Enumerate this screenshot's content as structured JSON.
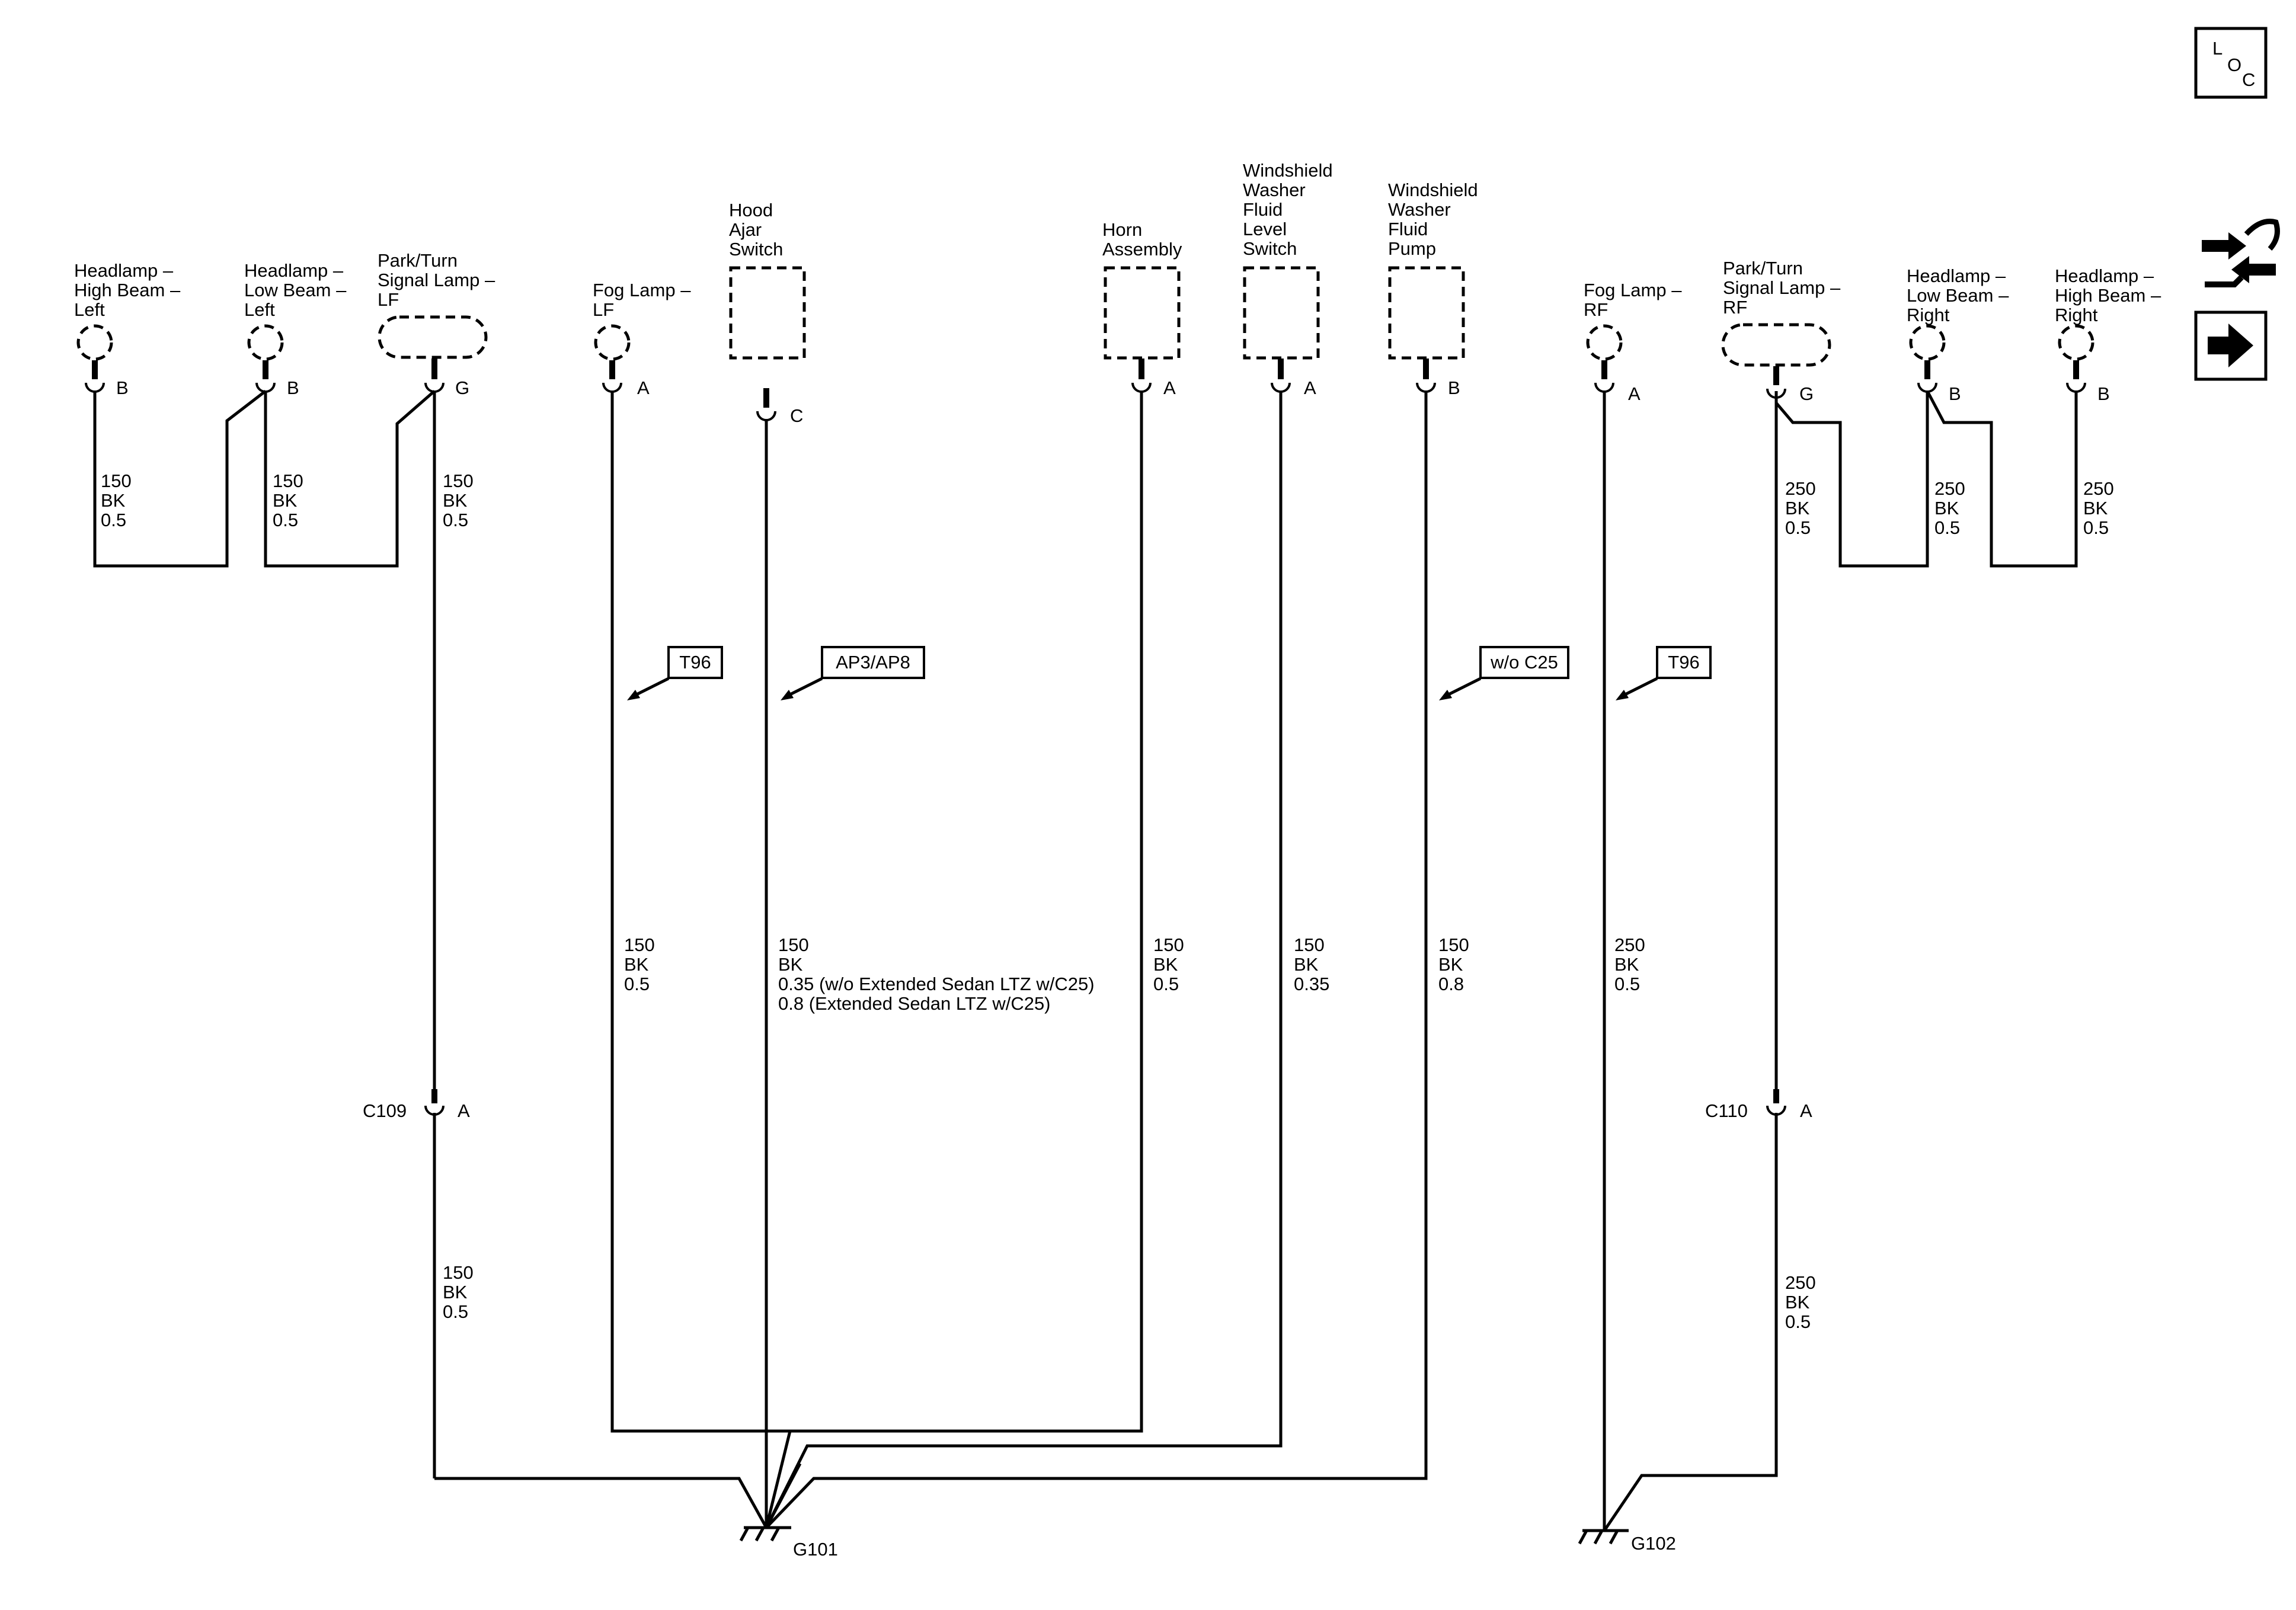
{
  "components": {
    "headlamp_hb_lf": [
      "Headlamp –",
      "High Beam –",
      "Left"
    ],
    "headlamp_lb_lf": [
      "Headlamp –",
      "Low Beam –",
      "Left"
    ],
    "park_turn_lf": [
      "Park/Turn",
      "Signal Lamp –",
      "LF"
    ],
    "fog_lamp_lf": [
      "Fog Lamp –",
      "LF"
    ],
    "hood_ajar": [
      "Hood",
      "Ajar",
      "Switch"
    ],
    "horn": [
      "Horn",
      "Assembly"
    ],
    "ws_level": [
      "Windshield",
      "Washer",
      "Fluid",
      "Level",
      "Switch"
    ],
    "ws_pump": [
      "Windshield",
      "Washer",
      "Fluid",
      "Pump"
    ],
    "fog_lamp_rf": [
      "Fog Lamp –",
      "RF"
    ],
    "park_turn_rf": [
      "Park/Turn",
      "Signal Lamp –",
      "RF"
    ],
    "headlamp_lb_rt": [
      "Headlamp –",
      "Low Beam –",
      "Right"
    ],
    "headlamp_hb_rt": [
      "Headlamp –",
      "High Beam –",
      "Right"
    ]
  },
  "pins": {
    "hb_lf": "B",
    "lb_lf": "B",
    "pt_lf": "G",
    "fog_lf": "A",
    "hood": "C",
    "horn": "A",
    "ws_level": "A",
    "ws_pump": "B",
    "fog_rf": "A",
    "pt_rf": "G",
    "lb_rt": "B",
    "hb_rt": "B"
  },
  "wires": {
    "hb_lf": [
      "150",
      "BK",
      "0.5"
    ],
    "lb_lf": [
      "150",
      "BK",
      "0.5"
    ],
    "pt_lf_upper": [
      "150",
      "BK",
      "0.5"
    ],
    "pt_lf_lower": [
      "150",
      "BK",
      "0.5"
    ],
    "fog_lf": [
      "150",
      "BK",
      "0.5"
    ],
    "hood": [
      "150",
      "BK",
      "0.35 (w/o Extended Sedan LTZ w/C25)",
      "0.8 (Extended Sedan LTZ w/C25)"
    ],
    "horn": [
      "150",
      "BK",
      "0.5"
    ],
    "ws_level": [
      "150",
      "BK",
      "0.35"
    ],
    "ws_pump": [
      "150",
      "BK",
      "0.8"
    ],
    "fog_rf": [
      "250",
      "BK",
      "0.5"
    ],
    "pt_rf_upper": [
      "250",
      "BK",
      "0.5"
    ],
    "pt_rf_lower": [
      "250",
      "BK",
      "0.5"
    ],
    "lb_rt": [
      "250",
      "BK",
      "0.5"
    ],
    "hb_rt": [
      "250",
      "BK",
      "0.5"
    ]
  },
  "options": {
    "fog_lf": "T96",
    "hood": "AP3/AP8",
    "ws_pump": "w/o C25",
    "fog_rf": "T96"
  },
  "connectors": {
    "c109": {
      "name": "C109",
      "pin": "A"
    },
    "c110": {
      "name": "C110",
      "pin": "A"
    }
  },
  "grounds": {
    "g101": "G101",
    "g102": "G102"
  },
  "icons": {
    "loc_letters": [
      "L",
      "O",
      "C"
    ],
    "loc": "loc-icon",
    "routing": "wiring-routing-icon",
    "next": "arrow-right-icon"
  }
}
